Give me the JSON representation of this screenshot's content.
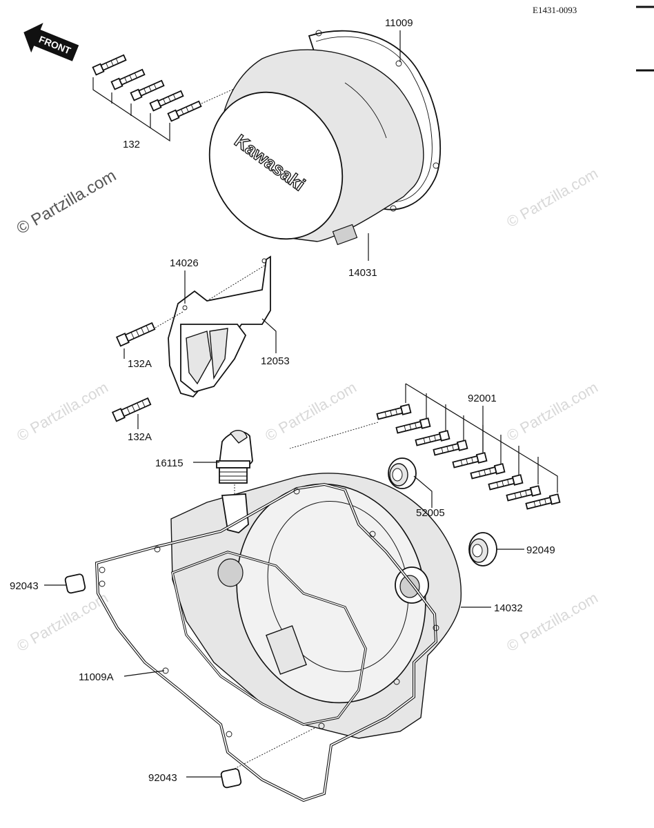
{
  "diagram": {
    "reference_code": "E1431-0093",
    "direction_label": "FRONT",
    "brand_mark": "Kawasaki",
    "watermark": "© Partzilla.com",
    "callouts": [
      {
        "id": "11009",
        "text": "11009"
      },
      {
        "id": "132",
        "text": "132"
      },
      {
        "id": "14031",
        "text": "14031"
      },
      {
        "id": "14026",
        "text": "14026"
      },
      {
        "id": "132A-upper",
        "text": "132A"
      },
      {
        "id": "12053",
        "text": "12053"
      },
      {
        "id": "132A-lower",
        "text": "132A"
      },
      {
        "id": "92001",
        "text": "92001"
      },
      {
        "id": "16115",
        "text": "16115"
      },
      {
        "id": "52005",
        "text": "52005"
      },
      {
        "id": "92049",
        "text": "92049"
      },
      {
        "id": "92043-upper",
        "text": "92043"
      },
      {
        "id": "14032",
        "text": "14032"
      },
      {
        "id": "11009A",
        "text": "11009A"
      },
      {
        "id": "92043-lower",
        "text": "92043"
      }
    ]
  }
}
